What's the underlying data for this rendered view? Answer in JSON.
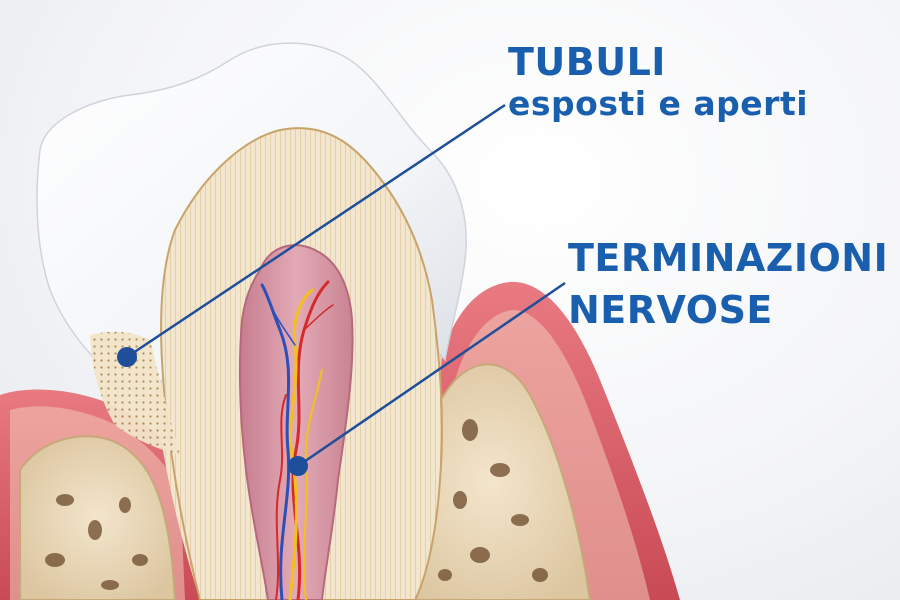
{
  "labels": {
    "tubuli_title": "TUBULI",
    "tubuli_subtitle": "esposti e aperti",
    "nerves_line1": "TERMINAZIONI",
    "nerves_line2": "NERVOSE"
  },
  "colors": {
    "label_text": "#1a5fae",
    "leader_line": "#1f4f9a",
    "enamel": "#f7f8fa",
    "dentin": "#f1e4cc",
    "pulp": "#d99aa8",
    "gum": "#e0707a",
    "bone": "#efe0c8",
    "nerve_blue": "#2c4fb8",
    "nerve_red": "#d42a2a",
    "nerve_yellow": "#f2c21b"
  }
}
